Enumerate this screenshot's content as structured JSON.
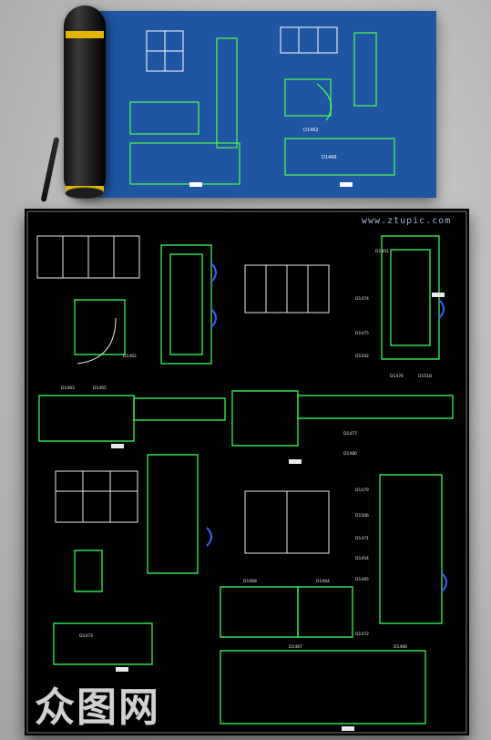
{
  "watermark": {
    "site": "www.ztupic.com",
    "logo": "众图网"
  },
  "colors": {
    "blueprint": "#1f55a3",
    "cad_bg": "#000000",
    "green": "#2ee04f",
    "white": "#e8e8e8",
    "blue": "#3a5cff",
    "cyan": "#48e6ff",
    "red": "#ff4b4b"
  },
  "labels": {
    "l1": "D1401",
    "l2": "D1474",
    "l3": "D1475",
    "l4": "D1502",
    "l5": "D1462",
    "l6": "D1463",
    "l7": "D1465",
    "l8": "D1476",
    "l9": "D1518",
    "l10": "D1477",
    "l11": "D1480",
    "l12": "D1479",
    "l13": "D1506",
    "l14": "D1471",
    "l15": "D1454",
    "l16": "D1495",
    "l17": "D1472",
    "l18": "D1468",
    "l19": "D1464",
    "l20": "D1467",
    "l21": "D1466",
    "l22": "D1473"
  }
}
